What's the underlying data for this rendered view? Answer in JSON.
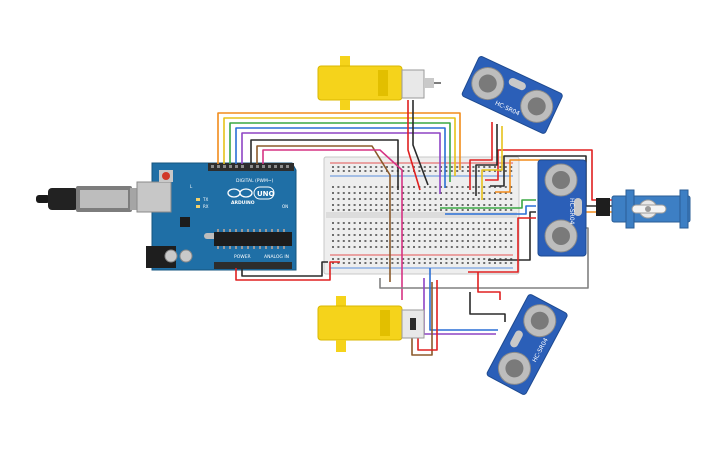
{
  "arduino": {
    "brand": "ARDUINO",
    "model": "UNO",
    "digital_label": "DIGITAL (PWM~)",
    "power_label": "POWER",
    "analog_label": "ANALOG IN",
    "on_label": "ON",
    "tx_label": "TX",
    "rx_label": "RX",
    "l_label": "L",
    "board_color": "#1f6fa6"
  },
  "sensors": [
    {
      "id": "ultrasonic-top",
      "model": "HC-SR04"
    },
    {
      "id": "ultrasonic-right",
      "model": "HC-SR04"
    },
    {
      "id": "ultrasonic-bottom",
      "model": "HC-SR04"
    }
  ],
  "motors": [
    {
      "id": "motor-top"
    },
    {
      "id": "motor-bottom"
    }
  ],
  "servo": {
    "id": "servo-right"
  },
  "colors": {
    "wire_red": "#e02020",
    "wire_black": "#2b2b2b",
    "wire_orange": "#f28c1b",
    "wire_yellow": "#e6c21a",
    "wire_green": "#3aa844",
    "wire_blue": "#2a6fd6",
    "wire_purple": "#8e44c4",
    "wire_brown": "#8b5a2b",
    "wire_pink": "#d63384",
    "wire_gray": "#808080",
    "sensor_blue": "#2b5fb8",
    "motor_yellow": "#f5d31b",
    "servo_blue": "#3d7fc4"
  }
}
